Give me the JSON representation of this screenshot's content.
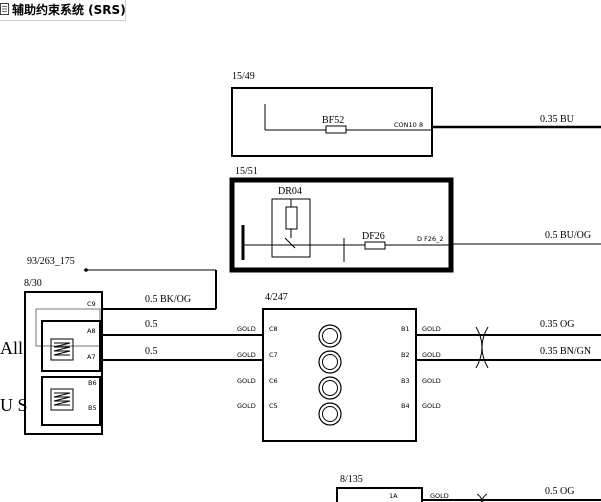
{
  "title": "辅助约束系统 (SRS)",
  "icons": {
    "document": "document-icon"
  },
  "diagram": {
    "ref_top": "15/49",
    "bf52": "BF52",
    "con10": "CON10",
    "con10_pin": "8",
    "wire_top": "0.35  BU",
    "ref_dr": "15/51",
    "dr04": "DR04",
    "df26": "DF26",
    "df26_pin": "D F26_2",
    "wire_dr": "0.5  BU/OG",
    "ref_ground": "93/263_175",
    "ref_left": "8/30",
    "pin_c9": "C9",
    "pin_a8": "A8",
    "pin_a7": "A7",
    "pin_b6": "B6",
    "pin_b5": "B5",
    "wire_c9": "0.5  BK/OG",
    "wire_a8": "0.5",
    "wire_a7": "0.5",
    "side_all": "All",
    "side_us": "U S",
    "ref_mid": "4/247",
    "gold": "GOLD",
    "pins_left": [
      "C8",
      "C7",
      "C6",
      "C5"
    ],
    "pins_right": [
      "B1",
      "B2",
      "B3",
      "B4"
    ],
    "wire_b1": "0.35  OG",
    "wire_b2": "0.35  BN/GN",
    "ref_bottom": "8/135",
    "pin_1a": "1A",
    "wire_bottom": "0.5  OG"
  }
}
